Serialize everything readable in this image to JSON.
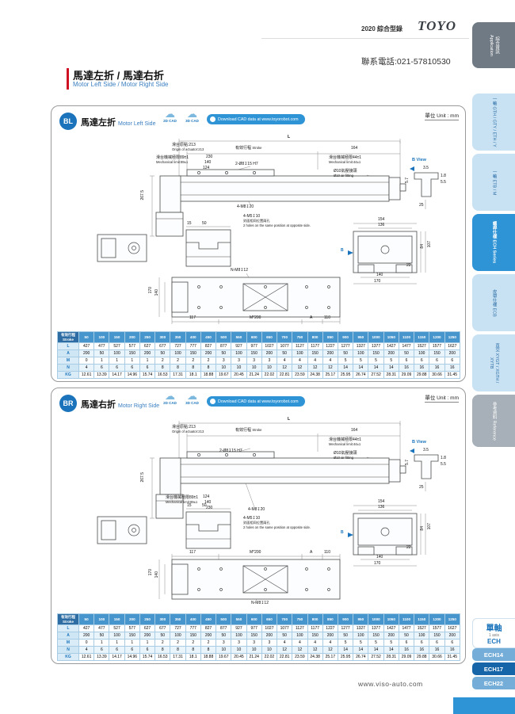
{
  "page": {
    "catalog_label": "2020 綜合型錄",
    "brand": "TOYO",
    "contact": "聯系電話:021-57810530",
    "title_cn": "馬達左折 / 馬達右折",
    "title_en": "Motor Left Side / Motor Right Side",
    "footer_url": "www.viso-auto.com"
  },
  "sidebar": [
    {
      "label": "綜合資訊 Application"
    },
    {
      "label": "一軸 GTH / GTY / ETH / Y"
    },
    {
      "label": "一軸 ETB / M"
    },
    {
      "label": "螺桿仕樣 ECH Series"
    },
    {
      "label": "皮帶仕樣 ECB"
    },
    {
      "label": "直交 XYGT / XGTH / XYTB"
    },
    {
      "label": "參考資料 Reference"
    }
  ],
  "series_nav": {
    "group_cn": "單軸",
    "group_en": "1 axis",
    "group_code": "ECH",
    "items": [
      "ECH14",
      "ECH17",
      "ECH22"
    ],
    "active": "ECH17"
  },
  "sections": [
    {
      "badge": "BL",
      "title_cn": "馬達左折",
      "title_en": "Motor Left Side"
    },
    {
      "badge": "BR",
      "title_cn": "馬達右折",
      "title_en": "Motor Right Side"
    }
  ],
  "section_common": {
    "cad2d": "2D CAD",
    "cad3d": "3D CAD",
    "download": "Download CAD data at www.toyorobot.com",
    "unit": "單位 Unit : mm"
  },
  "drawing": {
    "dim_L": "L",
    "origin_cn": "滑台原點:213",
    "origin_en": "Origin of actuator:213",
    "stroke_cn": "有效行程",
    "stroke_en": "Stroke",
    "dim_164": "164",
    "limit89_cn": "滑台機械極限89±1",
    "limit89_en": "Mechanical limit:89±1",
    "limit44_cn": "滑台機械極限44±1",
    "limit44_en": "Mechanical limit:44±1",
    "dim_230": "230",
    "dim_140": "140",
    "dim_124": "124",
    "holes_top": "2-Ø8↧15 H7",
    "air_cn": "Ø10氣壓接頭",
    "air_en": "Ø10 air fitting",
    "b_view": "B View",
    "b_letter": "B",
    "dim_267": "267.5",
    "m8_holes": "4-M8↧20",
    "dim_25": "25",
    "bv_35": "3.5",
    "bv_57": "5.7",
    "bv_18": "1.8",
    "bv_55": "5.5",
    "m5_holes": "4-M5↧10",
    "m5_cn": "對面相同位置兩孔",
    "m5_en": "2 holes on the same position at opposite side.",
    "dim_15": "15",
    "dim_50": "50",
    "ev_154": "154",
    "ev_136": "136",
    "ev_107": "107",
    "ev_84": "84",
    "ev_22": "22",
    "ev_140": "140",
    "ev_170": "170",
    "n_m8": "N-M8↧12",
    "pv_170": "170",
    "pv_140": "140",
    "dim_117": "117",
    "dim_m200": "M*200",
    "dim_A": "A",
    "dim_110": "110"
  },
  "stroke_table": {
    "corner_cn": "有效行程",
    "corner_en": "Stroke",
    "strokes": [
      "50",
      "100",
      "150",
      "200",
      "250",
      "300",
      "350",
      "400",
      "450",
      "500",
      "550",
      "600",
      "650",
      "700",
      "750",
      "800",
      "850",
      "900",
      "950",
      "1000",
      "1050",
      "1100",
      "1150",
      "1200",
      "1250"
    ],
    "rows": [
      {
        "label": "L",
        "values": [
          "427",
          "477",
          "527",
          "577",
          "627",
          "677",
          "727",
          "777",
          "827",
          "877",
          "927",
          "977",
          "1027",
          "1077",
          "1127",
          "1177",
          "1227",
          "1277",
          "1327",
          "1377",
          "1427",
          "1477",
          "1527",
          "1577",
          "1627"
        ]
      },
      {
        "label": "A",
        "values": [
          "200",
          "50",
          "100",
          "150",
          "200",
          "50",
          "100",
          "150",
          "200",
          "50",
          "100",
          "150",
          "200",
          "50",
          "100",
          "150",
          "200",
          "50",
          "100",
          "150",
          "200",
          "50",
          "100",
          "150",
          "200"
        ]
      },
      {
        "label": "M",
        "values": [
          "0",
          "1",
          "1",
          "1",
          "1",
          "2",
          "2",
          "2",
          "2",
          "3",
          "3",
          "3",
          "3",
          "4",
          "4",
          "4",
          "4",
          "5",
          "5",
          "5",
          "5",
          "6",
          "6",
          "6",
          "6"
        ]
      },
      {
        "label": "N",
        "values": [
          "4",
          "6",
          "6",
          "6",
          "6",
          "8",
          "8",
          "8",
          "8",
          "10",
          "10",
          "10",
          "10",
          "12",
          "12",
          "12",
          "12",
          "14",
          "14",
          "14",
          "14",
          "16",
          "16",
          "16",
          "16"
        ]
      },
      {
        "label": "KG",
        "values": [
          "12.61",
          "13.39",
          "14.17",
          "14.96",
          "15.74",
          "16.53",
          "17.31",
          "18.1",
          "18.88",
          "19.67",
          "20.45",
          "21.24",
          "22.02",
          "22.81",
          "23.59",
          "24.38",
          "25.17",
          "25.95",
          "26.74",
          "27.52",
          "28.31",
          "29.09",
          "29.88",
          "30.66",
          "31.45"
        ]
      }
    ]
  }
}
